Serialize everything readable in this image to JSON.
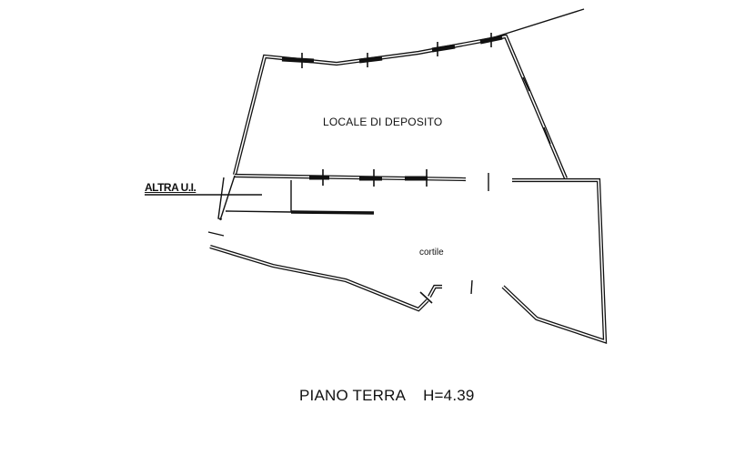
{
  "drawing": {
    "type": "floor-plan",
    "title": "PIANO TERRA",
    "height_label": "H=4.39",
    "colors": {
      "line": "#111111",
      "background": "#ffffff"
    }
  },
  "rooms": [
    {
      "label": "LOCALE DI DEPOSITO"
    },
    {
      "label": "cortile"
    }
  ],
  "references": [
    {
      "label": "ALTRA U.I."
    }
  ]
}
